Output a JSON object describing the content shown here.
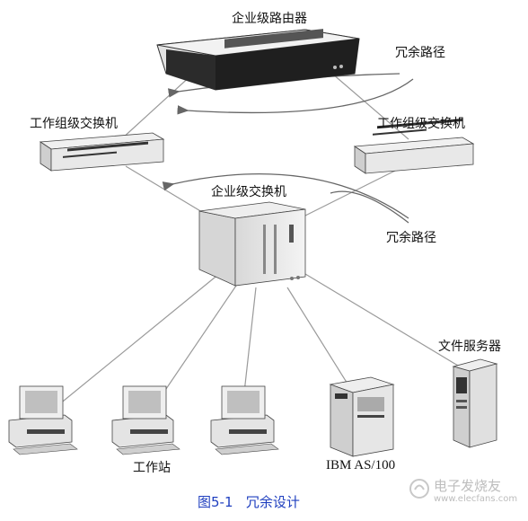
{
  "labels": {
    "router": "企业级路由器",
    "redundant_path_top": "冗余路径",
    "workgroup_switch_left": "工作组级交换机",
    "workgroup_switch_right": "工作组级交换机",
    "enterprise_switch": "企业级交换机",
    "redundant_path_mid": "冗余路径",
    "file_server": "文件服务器",
    "workstation": "工作站",
    "ibm": "IBM AS/100"
  },
  "caption": {
    "figure_no": "图5-1",
    "title": "冗余设计"
  },
  "watermark": {
    "cn": "电子发烧友",
    "url": "www.elecfans.com"
  },
  "colors": {
    "line": "#9a9a9a",
    "caption": "#1f3fbf",
    "device_light": "#e9e9e9",
    "device_dark": "#2b2b2b"
  }
}
